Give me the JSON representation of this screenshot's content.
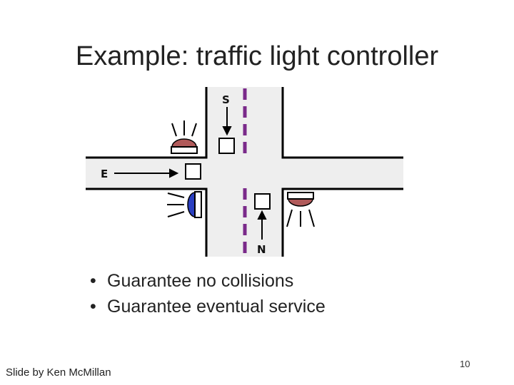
{
  "slide": {
    "title": "Example: traffic light controller",
    "bullets": [
      {
        "text": "Guarantee no collisions"
      },
      {
        "text": "Guarantee eventual service"
      }
    ],
    "footer": "Slide by Ken McMillan",
    "page_number": "10"
  },
  "diagram": {
    "labels": {
      "south": "S",
      "east": "E",
      "north": "N"
    },
    "colors": {
      "road": "#eeeeee",
      "edge": "#000000",
      "divider": "#7a2a8a",
      "light_red": "#b05a5a",
      "light_blue": "#2a3fc0"
    },
    "icons": [
      "sensor-box-icon",
      "arrow-icon",
      "traffic-light-icon"
    ]
  }
}
